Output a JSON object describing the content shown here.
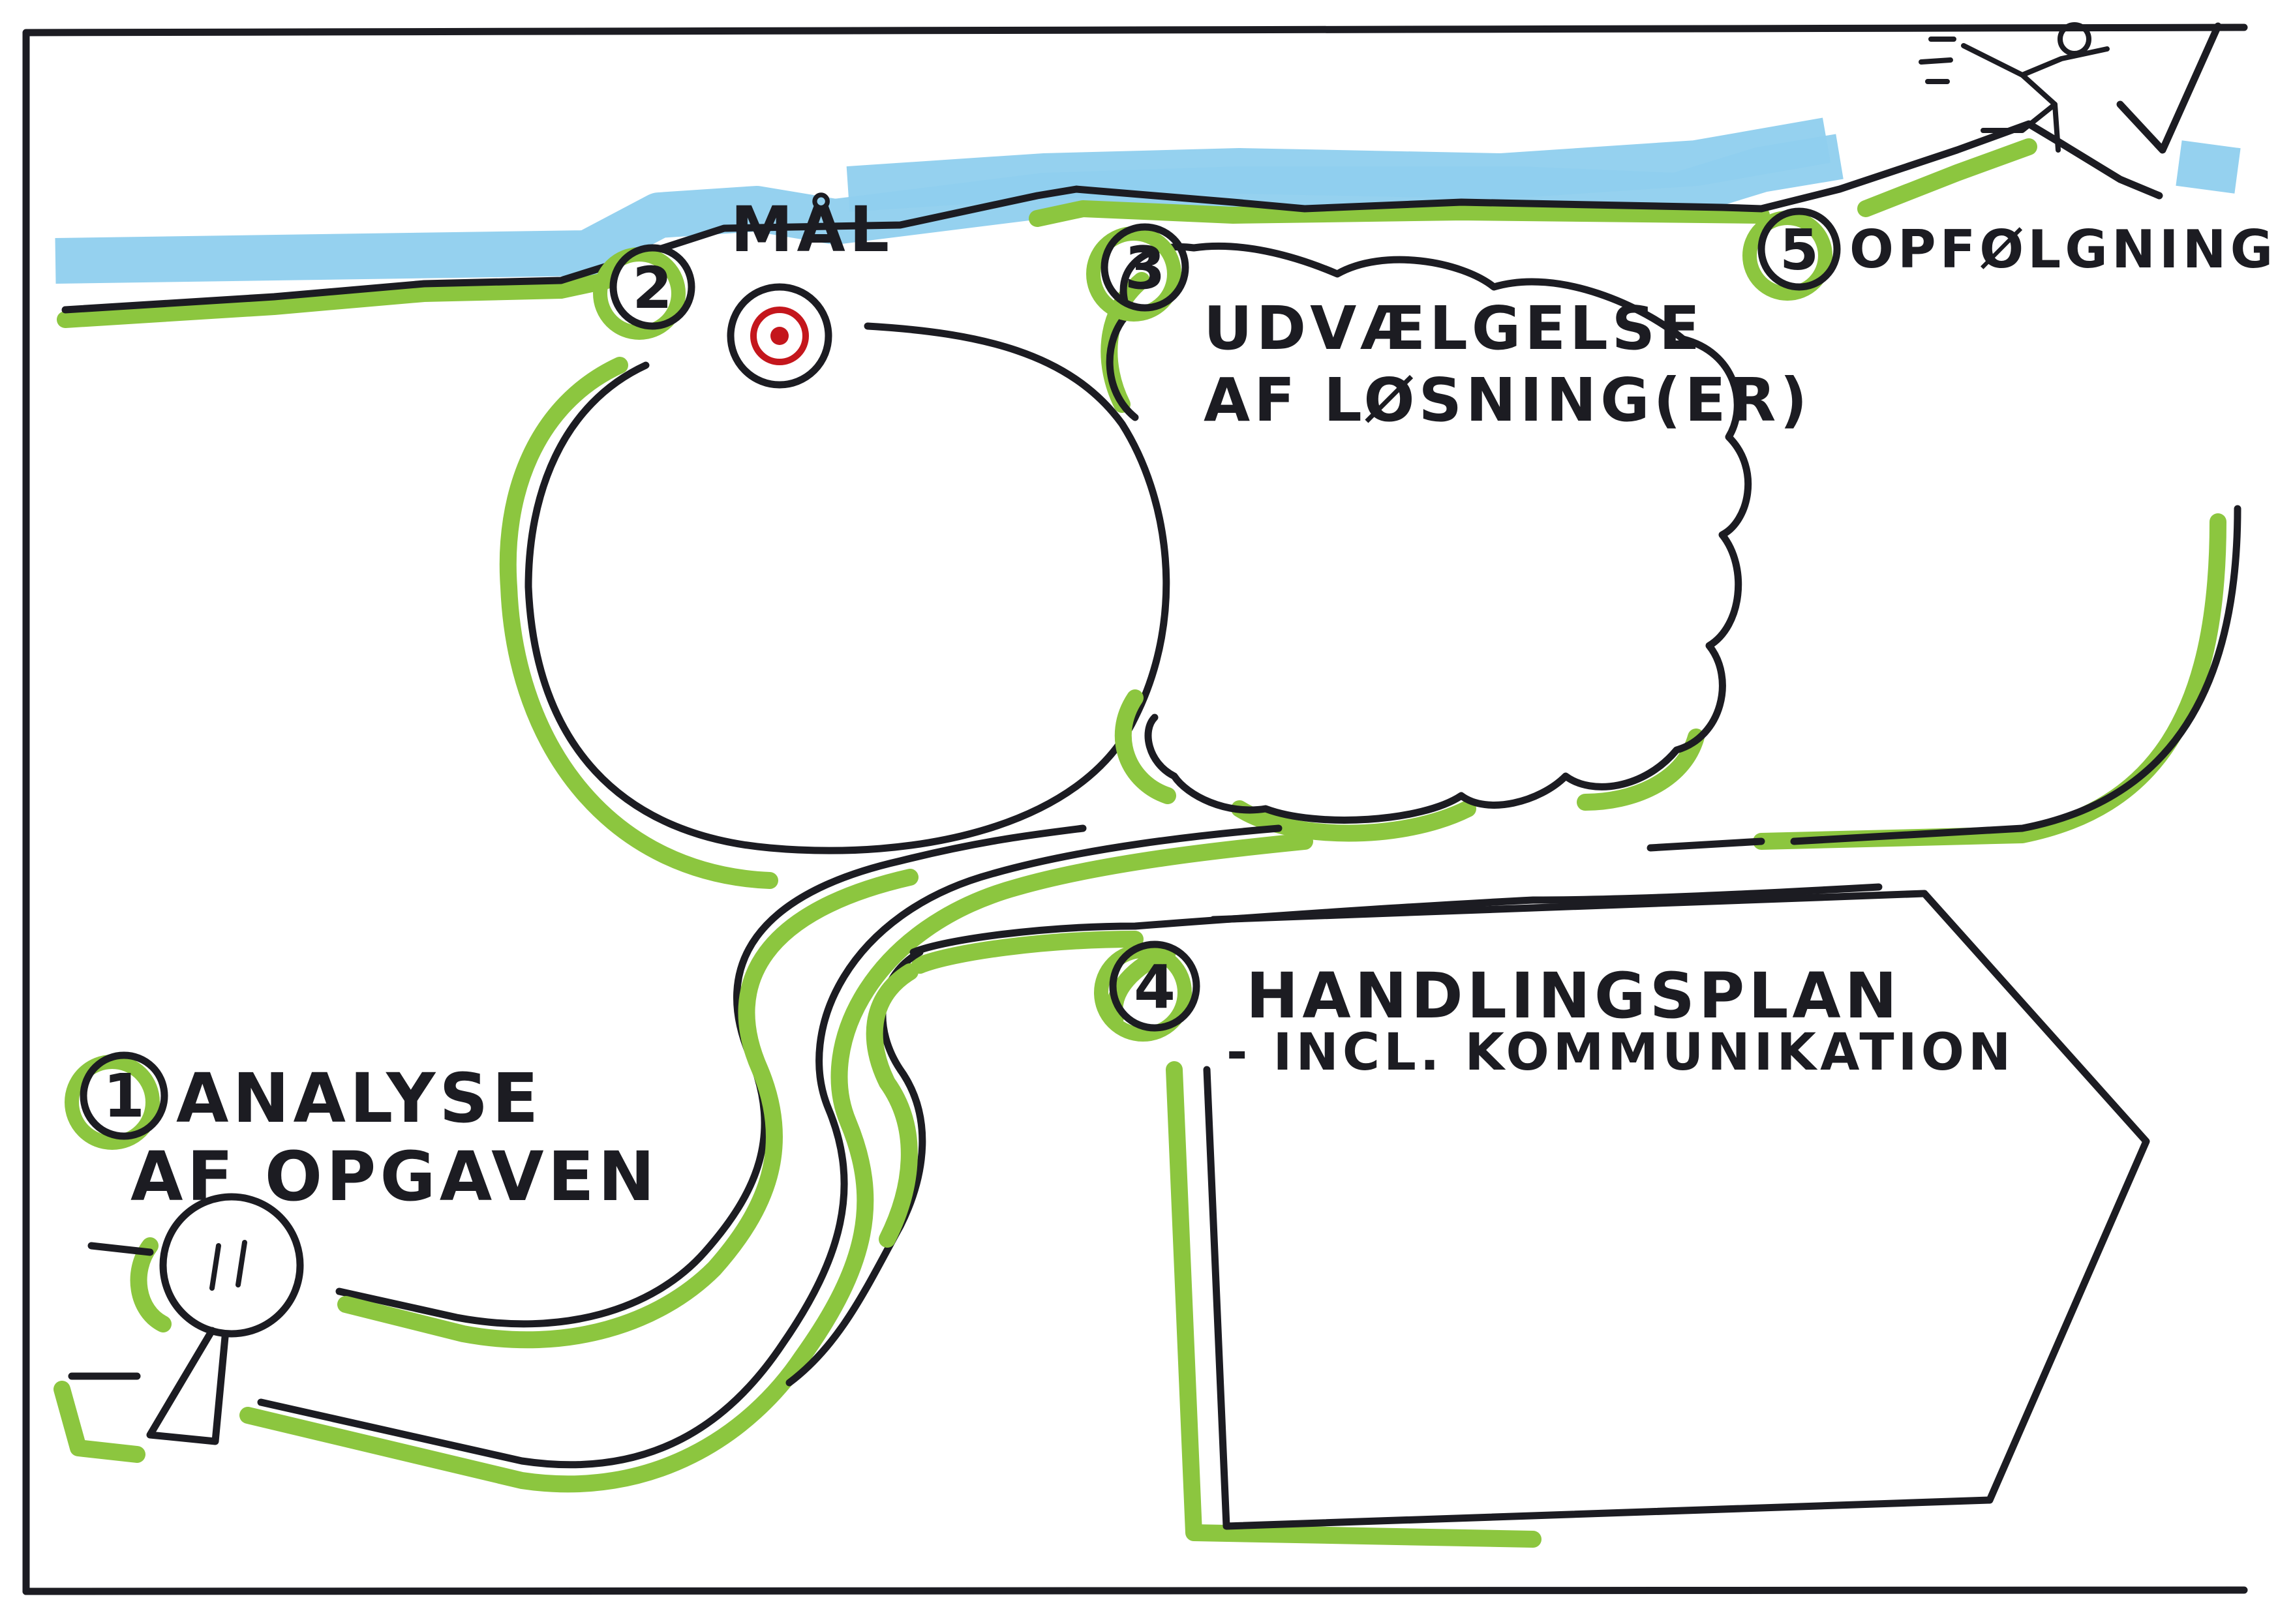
{
  "steps": [
    {
      "number": "1",
      "lines": [
        "ANALYSE",
        "AF OPGAVEN"
      ]
    },
    {
      "number": "2",
      "lines": [
        "MÅL"
      ]
    },
    {
      "number": "3",
      "lines": [
        "UDVÆLGELSE",
        "AF LØSNING(ER)"
      ]
    },
    {
      "number": "4",
      "lines": [
        "HANDLINGSPLAN",
        "- INCL. KOMMUNIKATION"
      ]
    },
    {
      "number": "5",
      "lines": [
        "OPFØLGNING"
      ]
    }
  ],
  "colors": {
    "ink": "#1c1c22",
    "shadow_green": "#8cc63f",
    "sky_blue": "#8fcfee",
    "target_red": "#c4161c",
    "paper": "#ffffff"
  },
  "icons": [
    "target-icon",
    "magnifier-icon",
    "person-icon",
    "checkmark-icon",
    "speech-cloud-icon",
    "arrow-board-icon"
  ]
}
